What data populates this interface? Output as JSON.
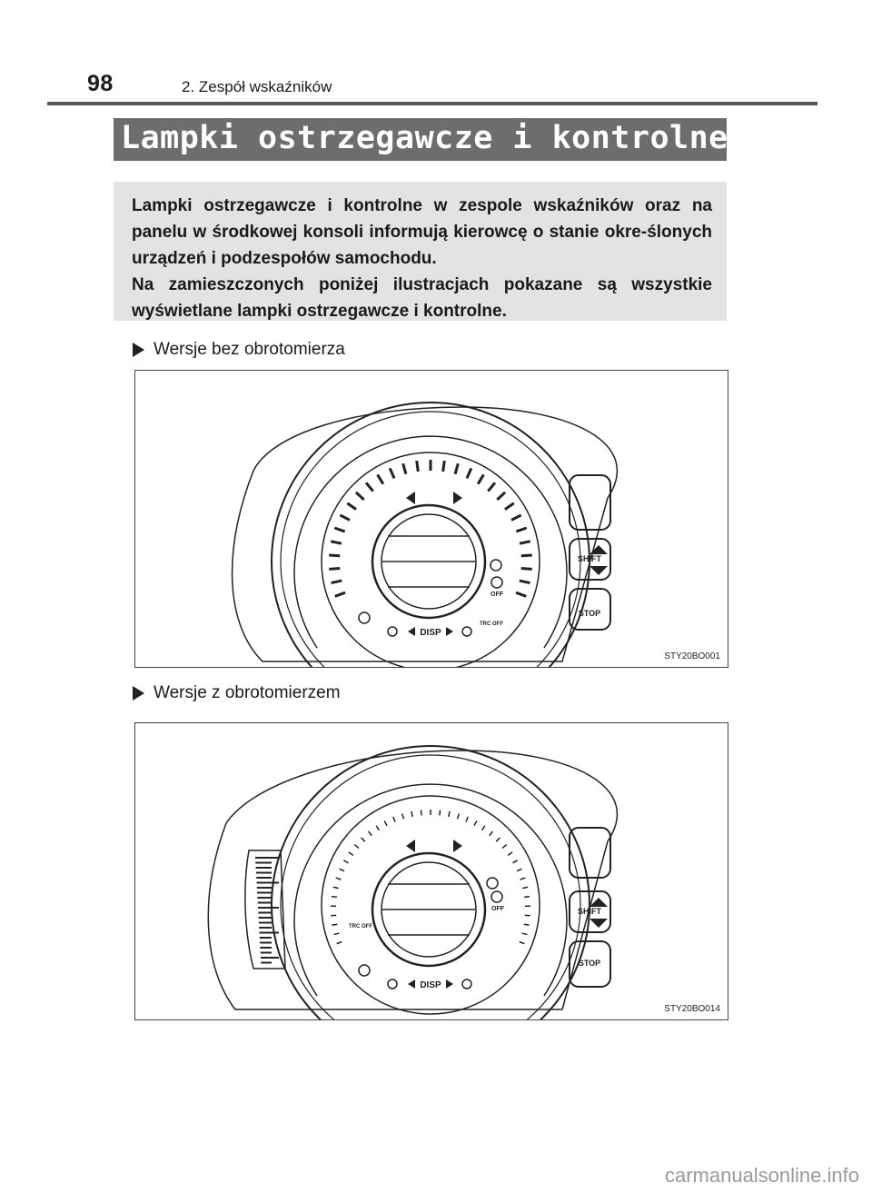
{
  "header": {
    "page_number": "98",
    "chapter": "2. Zespół wskaźników"
  },
  "section": {
    "title": "Lampki ostrzegawcze i kontrolne"
  },
  "intro": {
    "text": "Lampki ostrzegawcze i kontrolne w zespole wskaźników oraz na panelu w środkowej konsoli informują kierowcę o stanie okre-ślonych urządzeń i podzespołów samochodu.\nNa zamieszczonych poniżej ilustracjach pokazane są wszystkie wyświetlane lampki ostrzegawcze i kontrolne."
  },
  "figures": [
    {
      "label": "Wersje bez obrotomierza",
      "code": "STY20BO001",
      "button_labels": {
        "disp": "DISP",
        "shift": "SHIFT",
        "stop": "STOP",
        "trc_off": "TRC OFF",
        "a_off": "OFF"
      }
    },
    {
      "label": "Wersje z obrotomierzem",
      "code": "STY20BO014",
      "button_labels": {
        "disp": "DISP",
        "shift": "SHIFT",
        "stop": "STOP",
        "trc_off": "TRC OFF",
        "a_off": "OFF"
      }
    }
  ],
  "watermark": "carmanualsonline.info"
}
